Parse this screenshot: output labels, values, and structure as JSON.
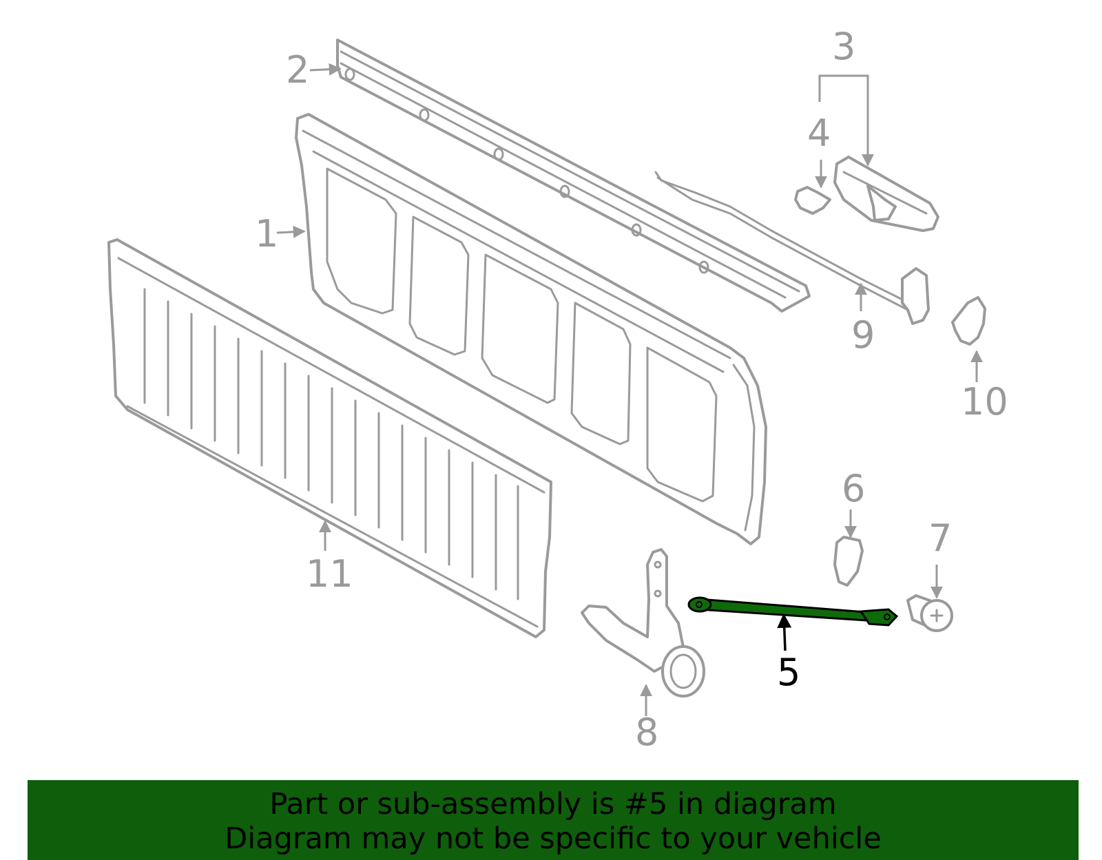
{
  "diagram": {
    "highlight_color": "#0f6b0a",
    "line_color": "#9a9a9a",
    "callouts": [
      "1",
      "2",
      "3",
      "4",
      "5",
      "6",
      "7",
      "8",
      "9",
      "10",
      "11"
    ],
    "highlighted_callout": "5"
  },
  "banner": {
    "line1": "Part or sub-assembly is #5 in diagram",
    "line2": "Diagram may not be specific to your vehicle",
    "background": "#0f5e0b"
  }
}
